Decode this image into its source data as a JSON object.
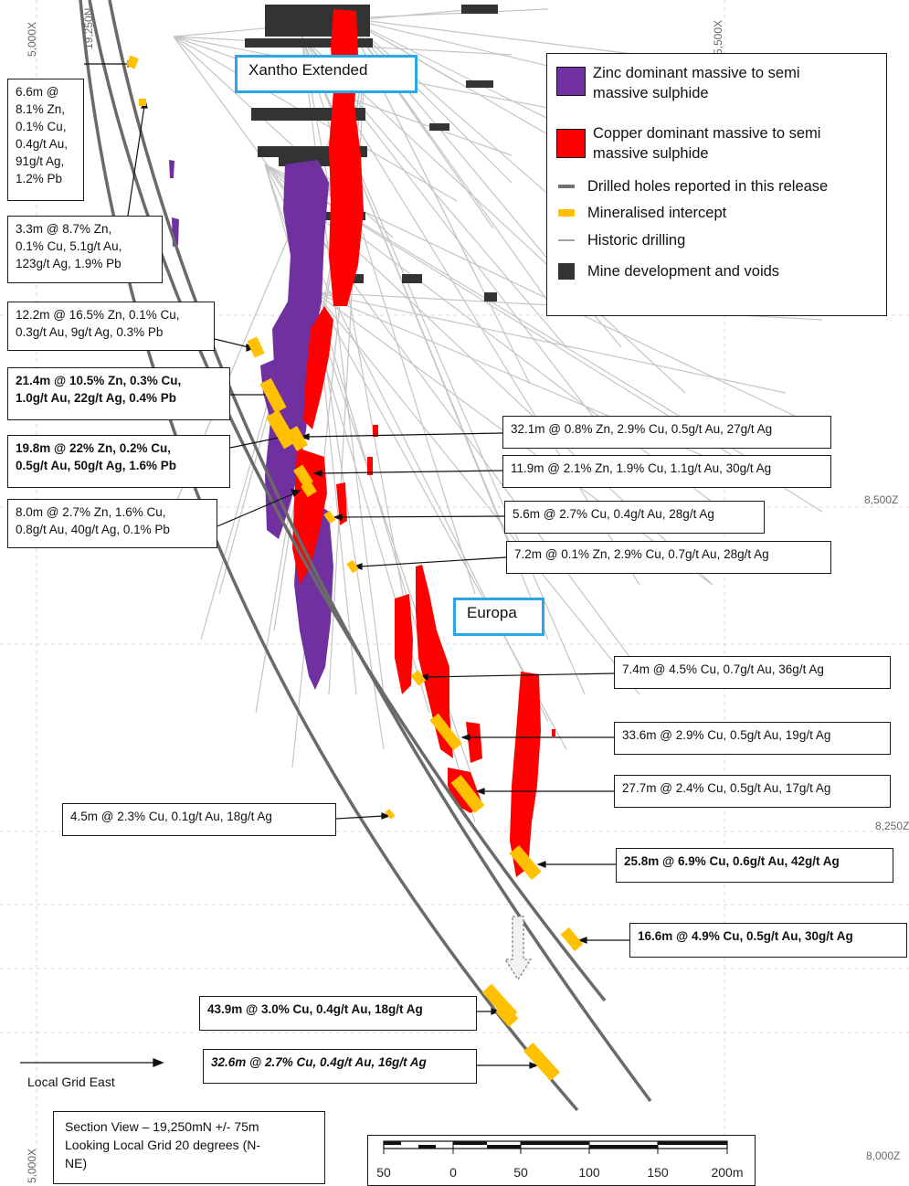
{
  "section_names": {
    "xantho": "Xantho Extended",
    "europa": "Europa"
  },
  "legend": {
    "items": [
      {
        "text_lines": [
          "Zinc dominant massive to semi",
          "massive sulphide"
        ],
        "symbol": "box",
        "color": "#7030a0"
      },
      {
        "text_lines": [
          "Copper dominant massive to semi",
          "massive sulphide"
        ],
        "symbol": "box",
        "color": "#ff0000"
      },
      {
        "text_lines": [
          "Drilled holes reported in this release"
        ],
        "symbol": "thick-line",
        "color": "#707070"
      },
      {
        "text_lines": [
          "Mineralised intercept"
        ],
        "symbol": "bar",
        "color": "#ffc000"
      },
      {
        "text_lines": [
          "Historic drilling"
        ],
        "symbol": "thin-line",
        "color": "#b0b0b0"
      },
      {
        "text_lines": [
          "Mine development and voids"
        ],
        "symbol": "box",
        "color": "#333333"
      }
    ]
  },
  "intercepts": [
    {
      "lines": [
        "6.6m @",
        "8.1% Zn,",
        "0.1% Cu,",
        "0.4g/t Au,",
        "91g/t Ag,",
        "1.2% Pb"
      ],
      "style": "normal"
    },
    {
      "lines": [
        "3.3m @ 8.7% Zn,",
        "0.1% Cu, 5.1g/t Au,",
        "123g/t Ag, 1.9% Pb"
      ],
      "style": "normal"
    },
    {
      "lines": [
        "12.2m @ 16.5% Zn, 0.1% Cu,",
        "0.3g/t Au, 9g/t Ag, 0.3% Pb"
      ],
      "style": "normal"
    },
    {
      "lines": [
        "21.4m @ 10.5% Zn, 0.3% Cu,",
        "1.0g/t Au, 22g/t Ag, 0.4% Pb"
      ],
      "style": "bold"
    },
    {
      "lines": [
        "19.8m @ 22% Zn, 0.2% Cu,",
        "0.5g/t Au, 50g/t Ag, 1.6% Pb"
      ],
      "style": "bold"
    },
    {
      "lines": [
        "8.0m @ 2.7% Zn, 1.6% Cu,",
        "0.8g/t Au, 40g/t Ag, 0.1% Pb"
      ],
      "style": "normal"
    },
    {
      "lines": [
        "32.1m @ 0.8% Zn, 2.9% Cu, 0.5g/t Au, 27g/t Ag"
      ],
      "style": "normal"
    },
    {
      "lines": [
        "11.9m @ 2.1% Zn, 1.9% Cu, 1.1g/t Au, 30g/t Ag"
      ],
      "style": "normal"
    },
    {
      "lines": [
        "5.6m @ 2.7% Cu, 0.4g/t Au, 28g/t Ag"
      ],
      "style": "normal"
    },
    {
      "lines": [
        "7.2m @ 0.1% Zn, 2.9% Cu, 0.7g/t Au, 28g/t Ag"
      ],
      "style": "normal"
    },
    {
      "lines": [
        "7.4m @ 4.5% Cu, 0.7g/t Au, 36g/t Ag"
      ],
      "style": "normal"
    },
    {
      "lines": [
        "33.6m @ 2.9% Cu, 0.5g/t Au, 19g/t Ag"
      ],
      "style": "normal"
    },
    {
      "lines": [
        "27.7m @ 2.4% Cu, 0.5g/t Au, 17g/t Ag"
      ],
      "style": "normal"
    },
    {
      "lines": [
        "4.5m @ 2.3% Cu, 0.1g/t Au, 18g/t Ag"
      ],
      "style": "normal"
    },
    {
      "lines": [
        "25.8m @ 6.9% Cu, 0.6g/t Au, 42g/t Ag"
      ],
      "style": "bold"
    },
    {
      "lines": [
        "16.6m @ 4.9% Cu, 0.5g/t Au, 30g/t Ag"
      ],
      "style": "bold"
    },
    {
      "lines": [
        "43.9m @ 3.0% Cu, 0.4g/t Au, 18g/t Ag"
      ],
      "style": "bold"
    },
    {
      "lines": [
        "32.6m @ 2.7% Cu, 0.4g/t Au, 16g/t Ag"
      ],
      "style": "bold-italic"
    }
  ],
  "grid_labels": {
    "east": [
      "5,000X",
      "5,500X",
      "5,000X"
    ],
    "north_partial": "19,250N",
    "rl": [
      "8,500Z",
      "8,250Z",
      "8,000Z"
    ]
  },
  "direction_label": "Local Grid East",
  "section_note": [
    "Section View – 19,250mN +/- 75m",
    "Looking Local Grid 20 degrees (N-",
    "NE)"
  ],
  "scale_bar": {
    "ticks": [
      "50",
      "0",
      "50",
      "100",
      "150",
      "200m"
    ]
  },
  "colors": {
    "zinc": "#7030a0",
    "copper": "#ff0000",
    "intercept": "#ffc000",
    "drill": "#707070",
    "historic": "#c8c8c8",
    "void": "#333333",
    "name_box_border": "#29a8e8"
  }
}
